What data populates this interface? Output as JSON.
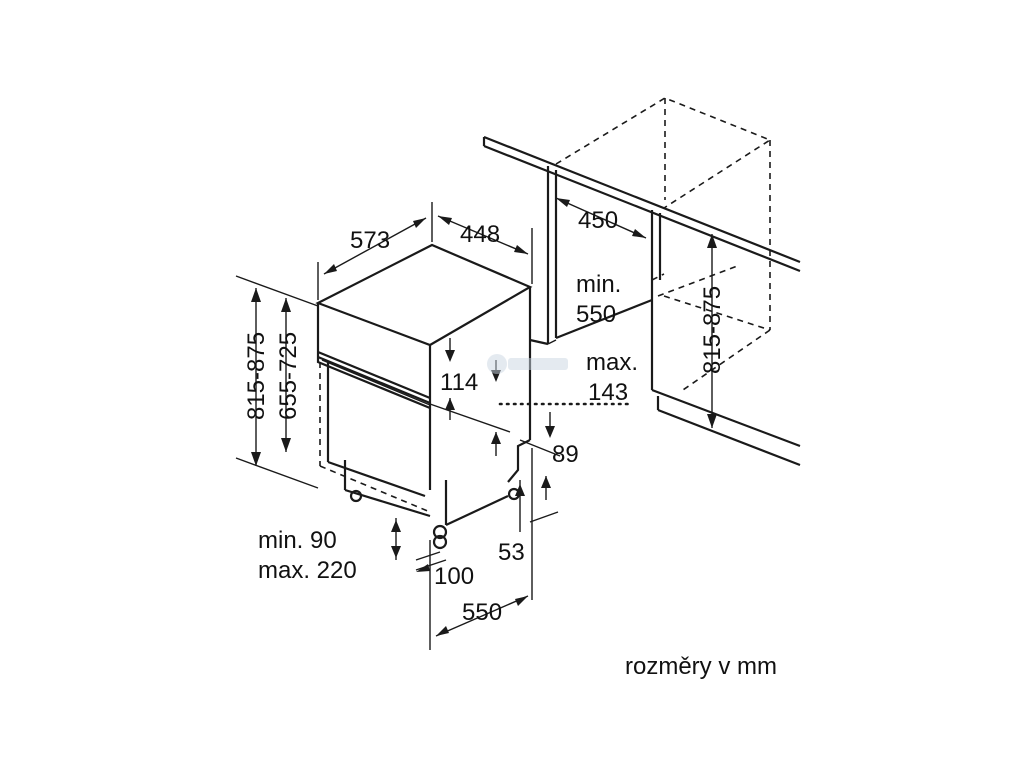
{
  "labels": {
    "depth": "573",
    "width": "448",
    "niche_width": "450",
    "niche_depth_min": "min.",
    "niche_depth_val": "550",
    "panel_max": "max.",
    "panel_max_val": "143",
    "panel_114": "114",
    "height_left": "815-875",
    "height_inner": "655-725",
    "height_right": "815-875",
    "plinth_min": "min. 90",
    "plinth_max": "max. 220",
    "foot_100": "100",
    "foot_53": "53",
    "gap_89": "89",
    "bottom_depth": "550",
    "units_note": "rozměry v mm"
  }
}
